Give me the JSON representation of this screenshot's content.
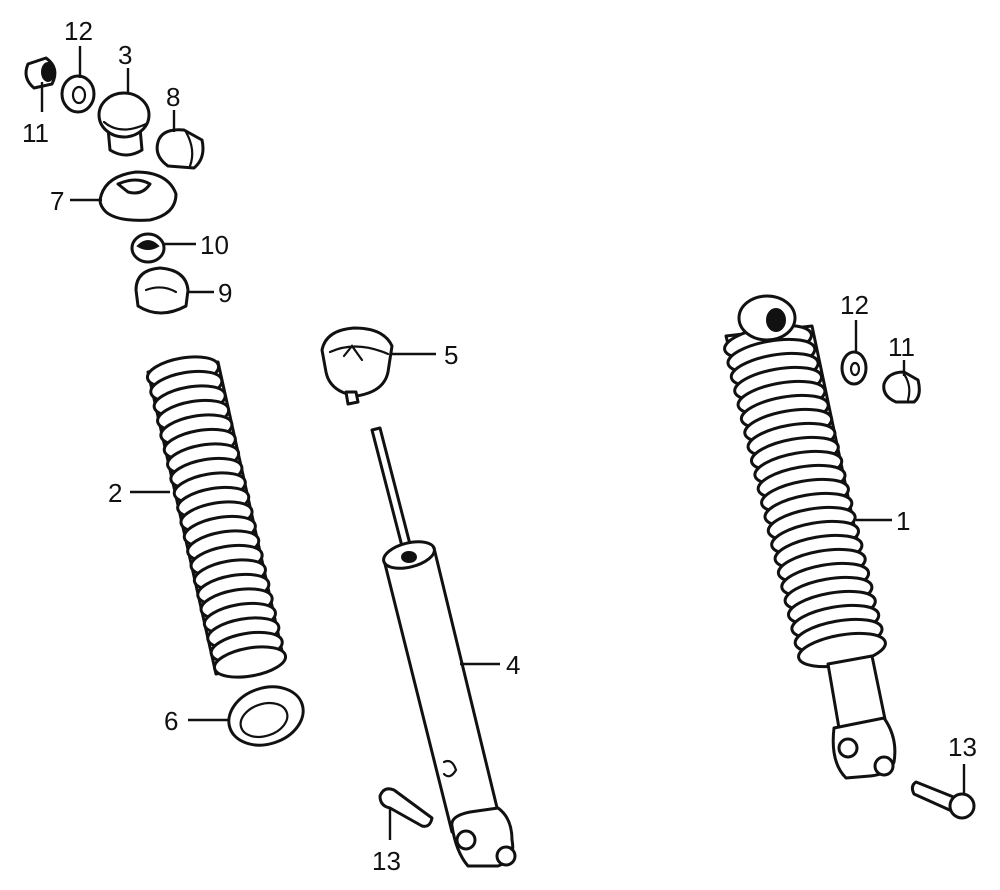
{
  "diagram": {
    "title": "",
    "callouts": {
      "c1": "1",
      "c2": "2",
      "c3": "3",
      "c4": "4",
      "c5": "5",
      "c6": "6",
      "c7": "7",
      "c8": "8",
      "c9": "9",
      "c10": "10",
      "c11_left": "11",
      "c11_right": "11",
      "c12_left": "12",
      "c12_right": "12",
      "c13_left": "13",
      "c13_right": "13"
    },
    "colors": {
      "ink": "#111111",
      "paper": "#ffffff"
    }
  }
}
